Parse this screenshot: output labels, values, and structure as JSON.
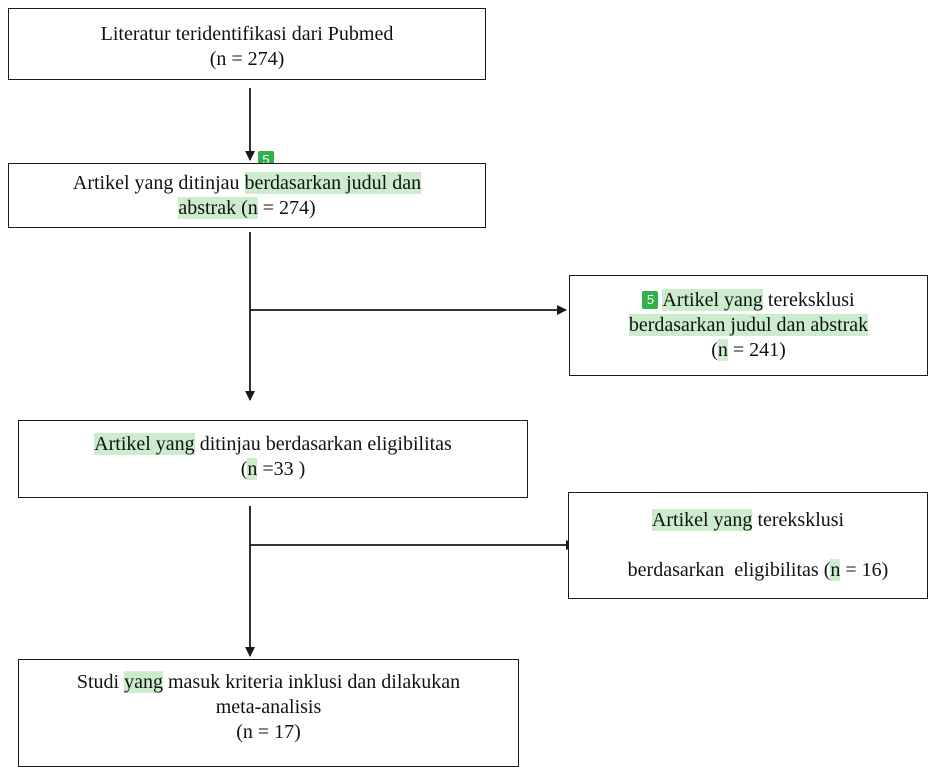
{
  "boxes": {
    "identified": {
      "line1": "Literatur teridentifikasi dari Pubmed",
      "line2": "(n = 274)"
    },
    "screened": {
      "line1_a": "Artikel yang ditinjau ",
      "line1_b": "berdasarkan judul dan",
      "line2_a": "abstrak (",
      "line2_b": "n",
      "line2_c": " = 274)"
    },
    "excluded_title": {
      "line1_a": "Artikel yang",
      "line1_b": " tereksklusi",
      "line2": "berdasarkan judul dan abstrak",
      "line3_a": "(",
      "line3_b": "n",
      "line3_c": " = 241)"
    },
    "eligibility": {
      "line1_a": "Artikel yang",
      "line1_b": " ditinjau berdasarkan eligibilitas",
      "line2_a": "(",
      "line2_b": "n",
      "line2_c": " =33 )"
    },
    "excluded_elig": {
      "line1_a": "Artikel yang",
      "line1_b": " tereksklusi",
      "line2_a": "berdasarkan  eligibilitas (",
      "line2_b": "n",
      "line2_c": " = 16)"
    },
    "included": {
      "line1_a": "Studi ",
      "line1_b": "yang",
      "line1_c": " masuk kriteria inklusi dan dilakukan",
      "line2": "meta-analisis",
      "line3": "(n = 17)"
    }
  },
  "badges": {
    "badge_a": "5",
    "badge_b": "5"
  },
  "colors": {
    "highlight": "#cdeccd",
    "badge": "#2fb24a",
    "line": "#1a1a1a"
  }
}
